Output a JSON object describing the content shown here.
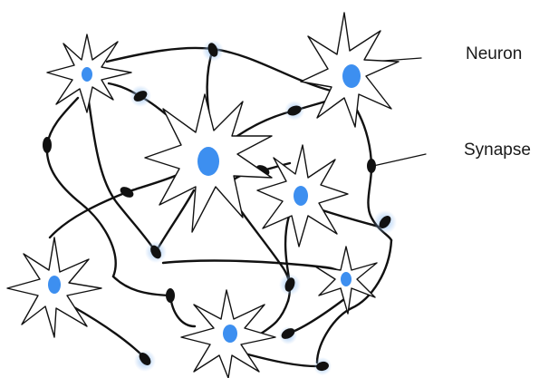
{
  "labels": {
    "neuron": "Neuron",
    "synapse": "Synapse"
  },
  "colors": {
    "background": "#ffffff",
    "soma_fill": "#ffffff",
    "outline": "#111111",
    "nucleus": "#3d8ff0",
    "synapse_glow": "#9cc4f2",
    "text": "#1a1a1a"
  },
  "icons": {
    "nucleus": "blue-ellipse",
    "synapse": "black-terminal-with-blue-glow"
  }
}
